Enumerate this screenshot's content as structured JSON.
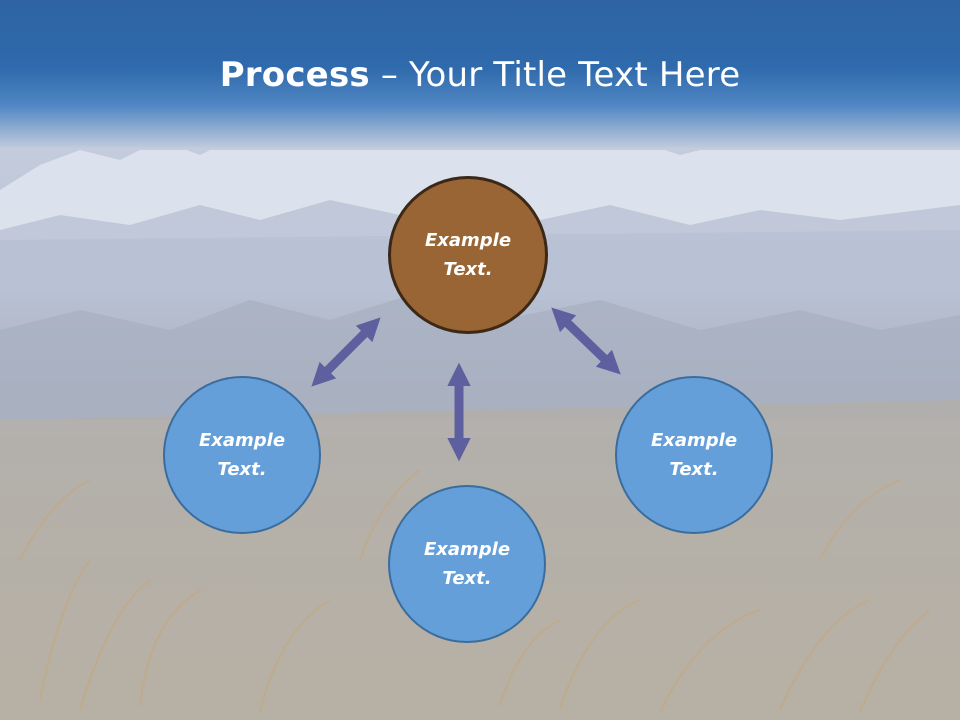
{
  "slide": {
    "title_bold": "Process",
    "title_rest": " – Your Title Text Here"
  },
  "diagram": {
    "center_top": "Example\nText.",
    "left": "Example\nText.",
    "right": "Example\nText.",
    "bottom": "Example\nText."
  },
  "colors": {
    "header": "#2f6aac",
    "node_brown": "#9a6534",
    "node_blue": "#649fda",
    "arrow": "#5e5f9e"
  }
}
